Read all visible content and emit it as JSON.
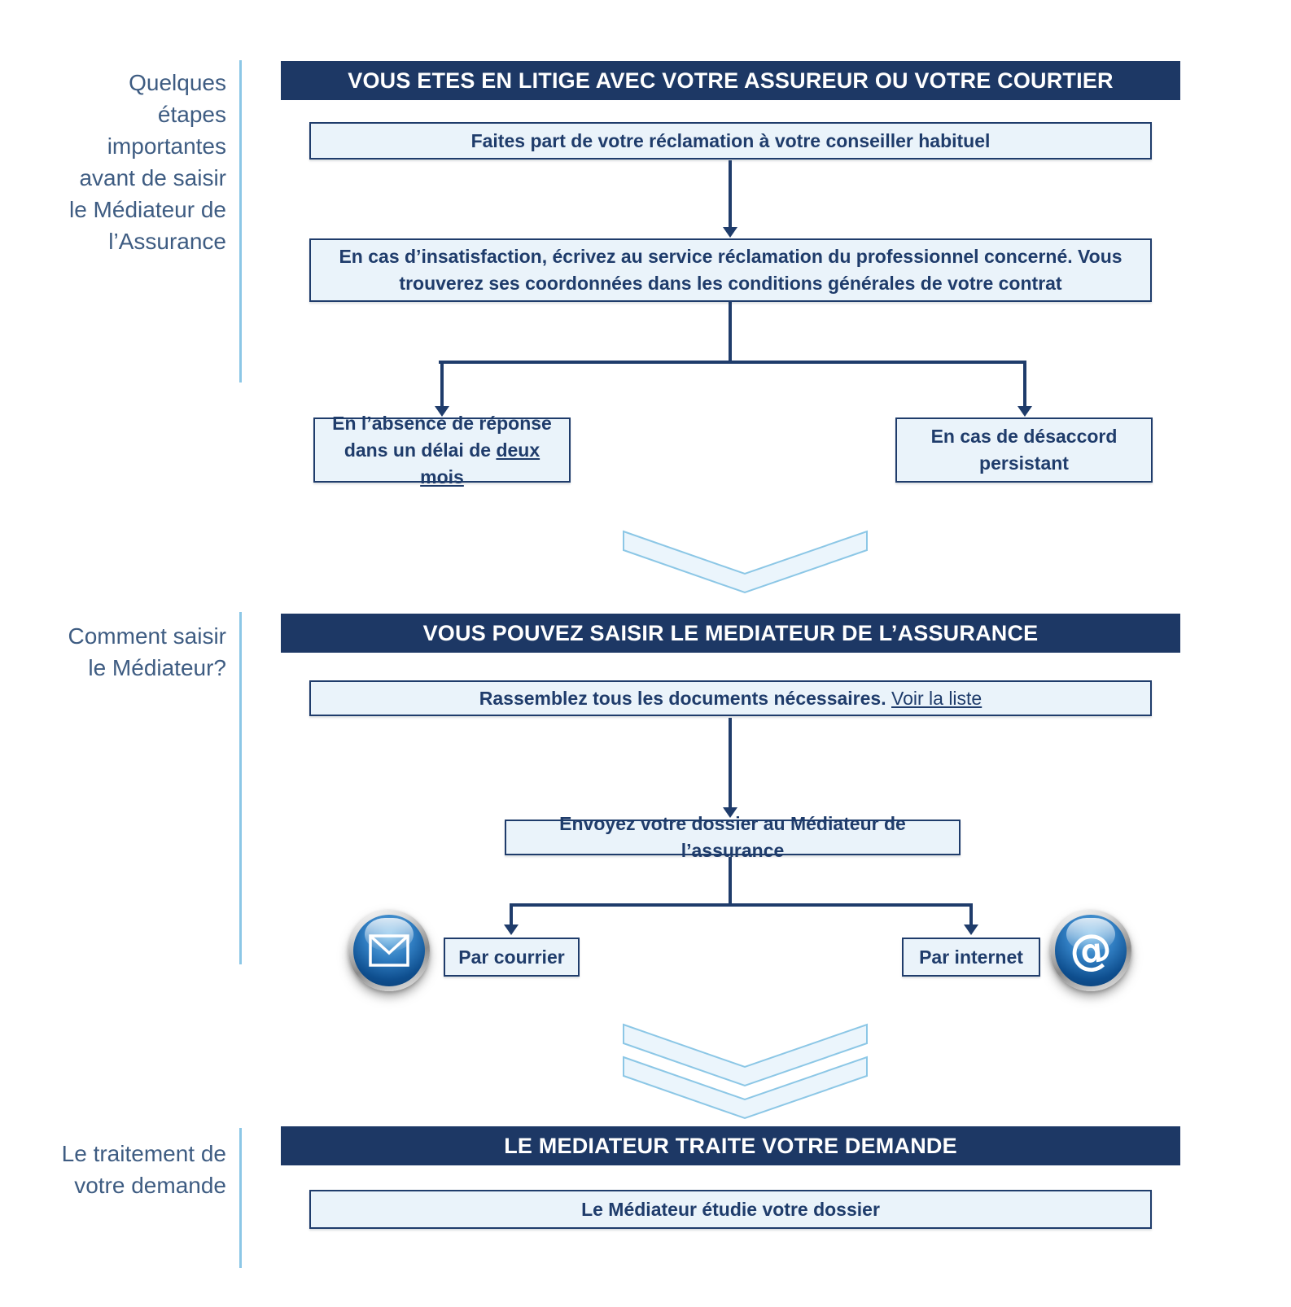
{
  "colors": {
    "navy": "#1D3865",
    "box_bg": "#EAF3FA",
    "box_border": "#1F3C6B",
    "accent_line": "#8CC7E6",
    "chevron_fill": "#EBF5FC",
    "sidebar_text": "#3E5C82"
  },
  "section1": {
    "sidebar_label": "Quelques étapes importantes avant de saisir le Médiateur de l’Assurance",
    "header": "VOUS ETES EN LITIGE AVEC VOTRE ASSUREUR OU VOTRE COURTIER",
    "step1": "Faites part de votre réclamation à votre conseiller habituel",
    "step2": "En cas d’insatisfaction, écrivez au service réclamation du professionnel concerné. Vous trouverez ses coordonnées dans les conditions générales de votre contrat",
    "branch_left": {
      "line1": "En l’absence de réponse",
      "line2_before": "dans un délai de ",
      "line2_underlined": "deux mois"
    },
    "branch_right": {
      "line1": "En cas de désaccord",
      "line2": "persistant"
    }
  },
  "section2": {
    "sidebar_label": "Comment saisir le Médiateur?",
    "header": "VOUS POUVEZ SAISIR LE MEDIATEUR DE L’ASSURANCE",
    "step1": {
      "before": "Rassemblez tous les documents nécessaires. ",
      "link": "Voir la liste"
    },
    "step2": "Envoyez votre dossier au Médiateur de l’assurance",
    "branch_left": "Par courrier",
    "branch_right": "Par internet"
  },
  "section3": {
    "sidebar_label": "Le traitement de votre demande",
    "header": "LE MEDIATEUR TRAITE VOTRE DEMANDE",
    "step1": "Le Médiateur étudie votre dossier"
  },
  "icons": {
    "mail_icon": {
      "name": "envelope-icon",
      "glyph": "✉"
    },
    "internet_icon": {
      "name": "at-icon",
      "glyph": "@"
    }
  }
}
